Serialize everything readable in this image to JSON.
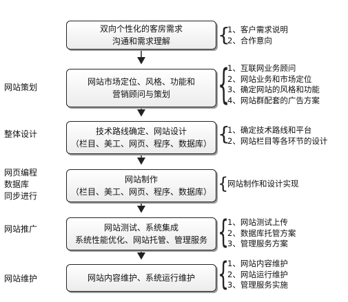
{
  "stages": [
    {
      "label": [],
      "box": [
        "双向个性化的客房需求",
        "沟通和需求理解"
      ],
      "notes": [
        "1、客户需求说明",
        "2、合作意向"
      ]
    },
    {
      "label": [
        "网站策划"
      ],
      "box": [
        "网站市场定位、风格、功能和",
        "营销顾问与策划"
      ],
      "notes": [
        "1、互联网业务顾问",
        "2、网站业务和市场定位",
        "3、确定网站的风格和功能",
        "4、网站群配套的广告方案"
      ]
    },
    {
      "label": [
        "整体设计"
      ],
      "box": [
        "技术路线确定、网站设计",
        "（栏目、美工、网页、程序、数据库）"
      ],
      "notes": [
        "1、确定技术路线和平台",
        "2、网站栏目等各环节的设计"
      ]
    },
    {
      "label": [
        "网页编程",
        "数据库",
        "同步进行"
      ],
      "box": [
        "网站制作",
        "（栏目、美工、网页、程序、数据库）"
      ],
      "notes": [
        "网站制作和设计实现"
      ]
    },
    {
      "label": [
        "网站推广"
      ],
      "box": [
        "网站测试、系统集成",
        "系统性能优化、网站托管、管理服务"
      ],
      "notes": [
        "1、网站测试上传",
        "2、数据库托管方案",
        "3、管理服务方案"
      ]
    },
    {
      "label": [
        "网站维护"
      ],
      "box": [
        "网站内容维护、系统运行维护"
      ],
      "notes": [
        "1、网站内容维护",
        "2、网站运行维护",
        "3、管理服务实施"
      ]
    }
  ]
}
